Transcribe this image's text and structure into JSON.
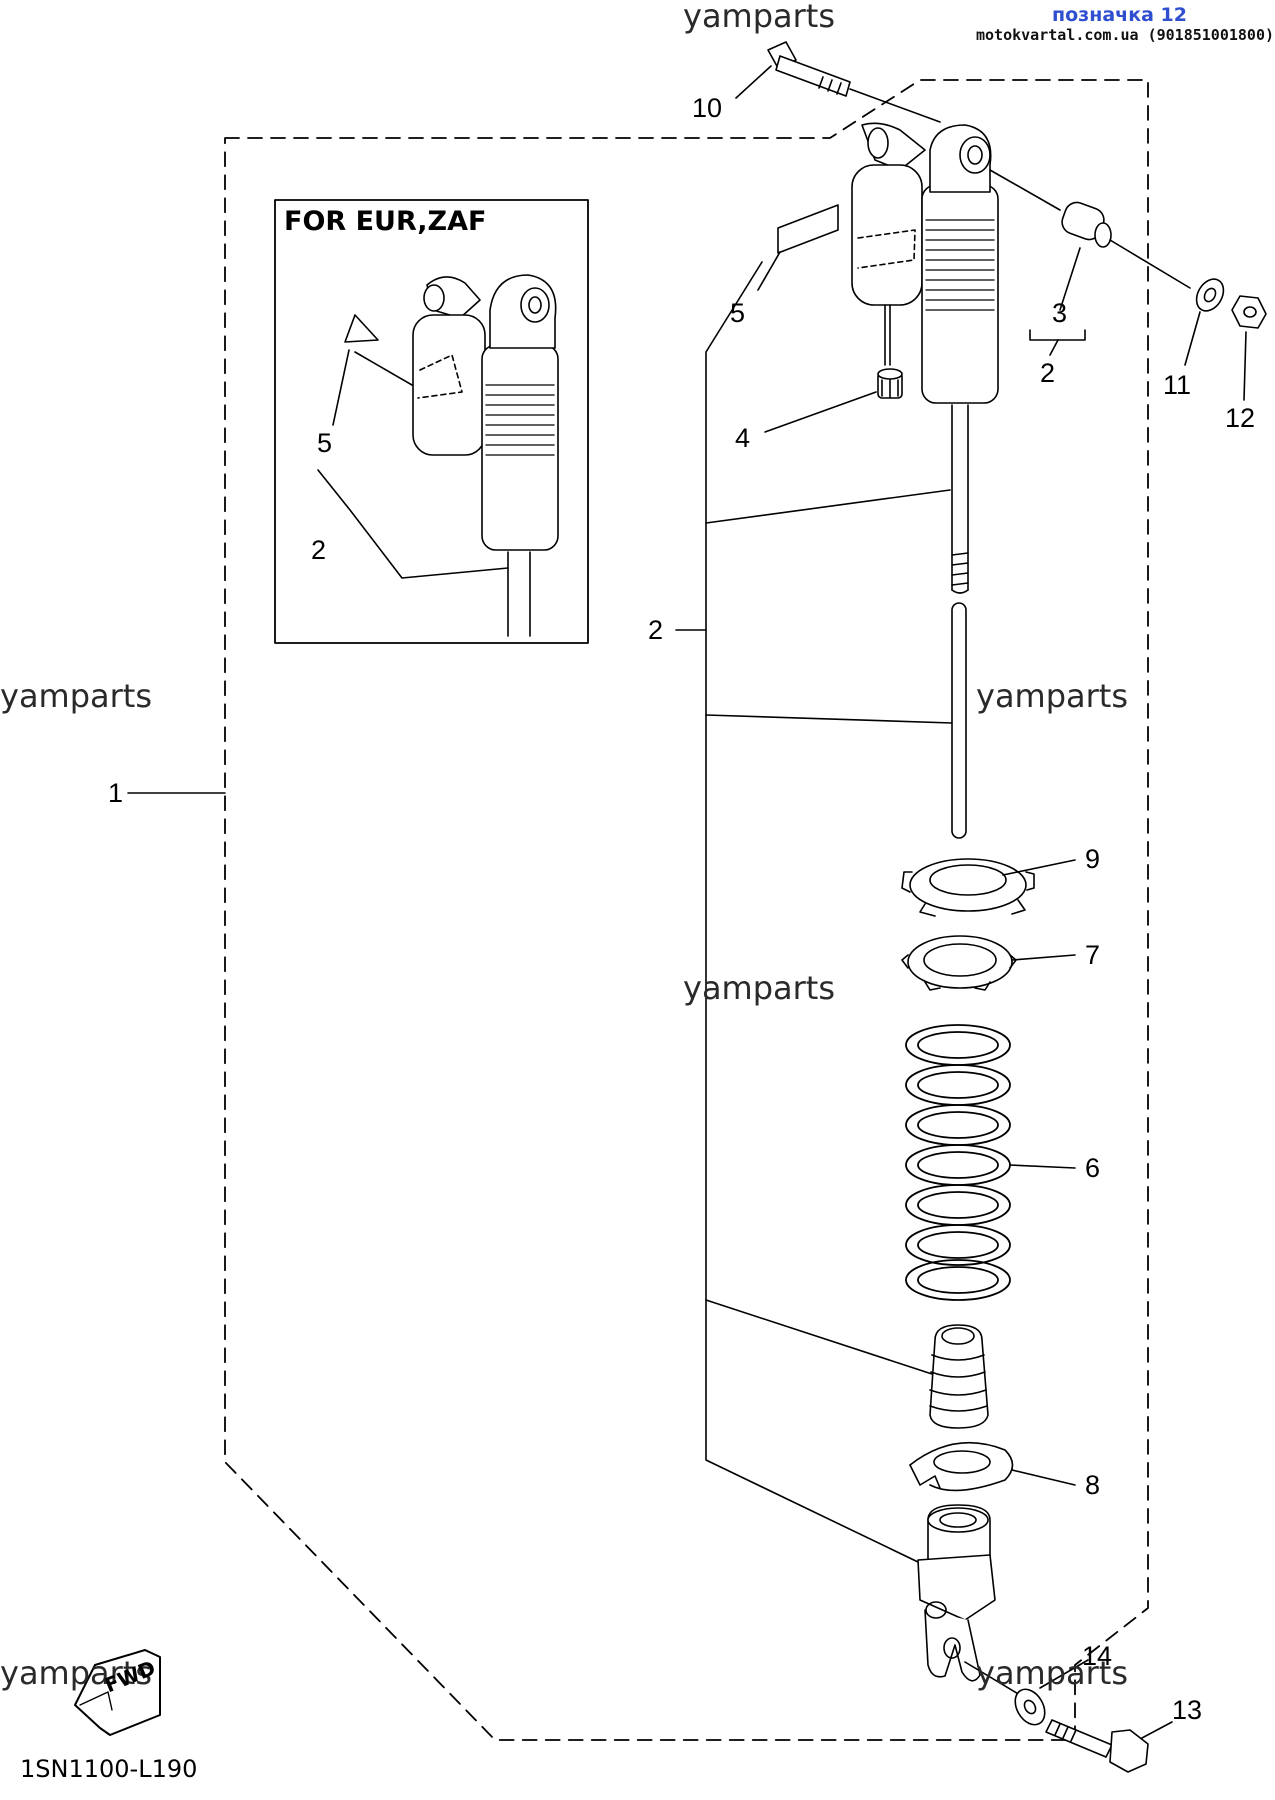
{
  "header": {
    "label": "позначка 12",
    "site": "motokvartal.com.ua (901851001800)"
  },
  "watermarks": [
    "yamparts",
    "yamparts",
    "yamparts",
    "yamparts",
    "yamparts",
    "yamparts"
  ],
  "inset": {
    "title": "FOR EUR,ZAF"
  },
  "fwd_mark": "FWD",
  "diagram_code": "1SN1100-L190",
  "callouts": [
    "10",
    "5",
    "3",
    "2",
    "11",
    "12",
    "4",
    "2",
    "1",
    "9",
    "7",
    "6",
    "8",
    "14",
    "13",
    "5",
    "2"
  ]
}
